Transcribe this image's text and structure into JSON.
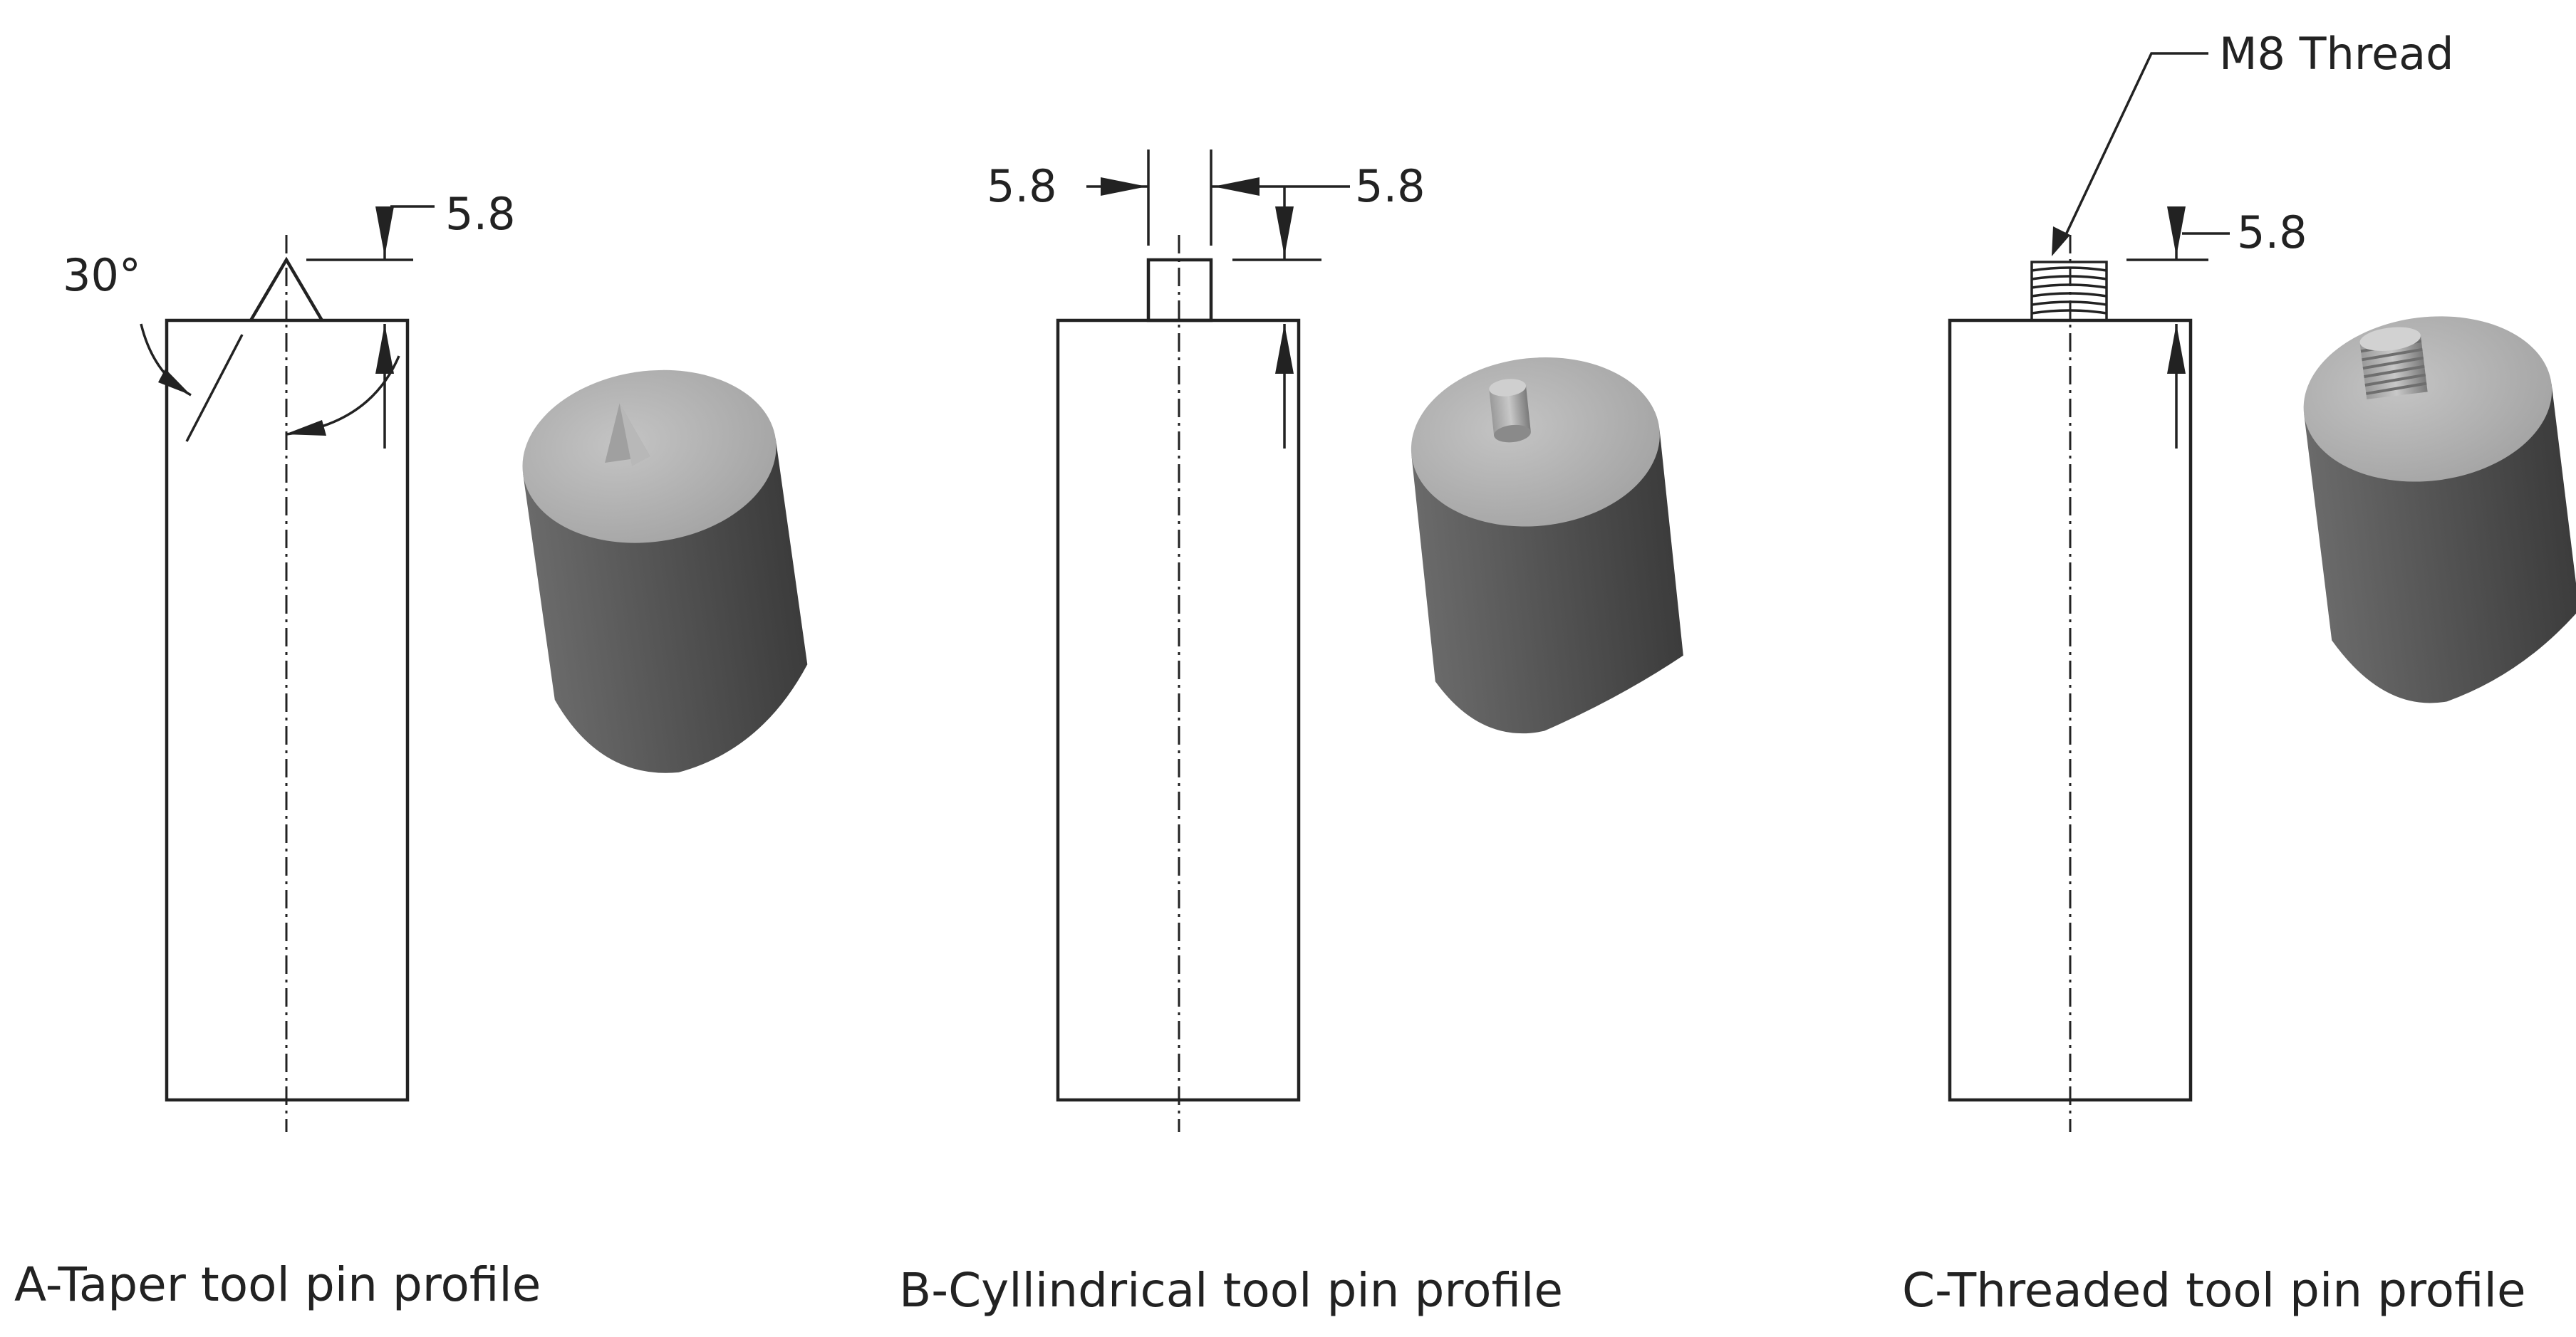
{
  "profiles": [
    {
      "caption": "A-Taper tool pin profile",
      "angle_label": "30°",
      "height_label": "5.8"
    },
    {
      "caption": "B-Cyllindrical tool pin profile",
      "diameter_label": "5.8",
      "height_label": "5.8"
    },
    {
      "caption": "C-Threaded tool pin profile",
      "thread_label": "M8 Thread",
      "height_label": "5.8"
    }
  ],
  "colors": {
    "line": "#222222",
    "solid_light": "#b5b5b5",
    "solid_mid": "#8c8c8c",
    "solid_dark": "#4a4a4a"
  }
}
